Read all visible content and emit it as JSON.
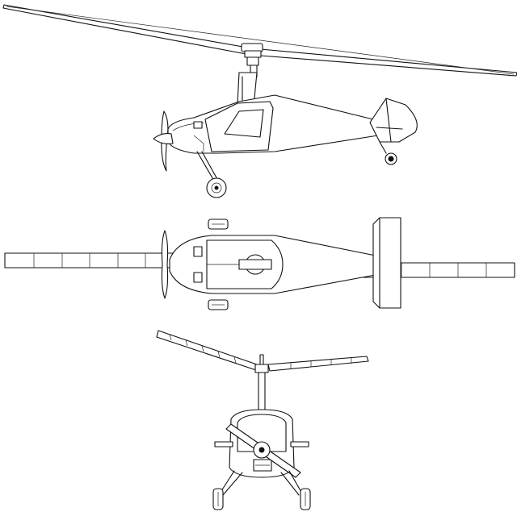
{
  "views": [
    {
      "id": "side",
      "kind": "side-elevation"
    },
    {
      "id": "top",
      "kind": "plan-view"
    },
    {
      "id": "front",
      "kind": "front-elevation"
    }
  ],
  "colors": {
    "line": "#111111",
    "background": "#ffffff"
  }
}
